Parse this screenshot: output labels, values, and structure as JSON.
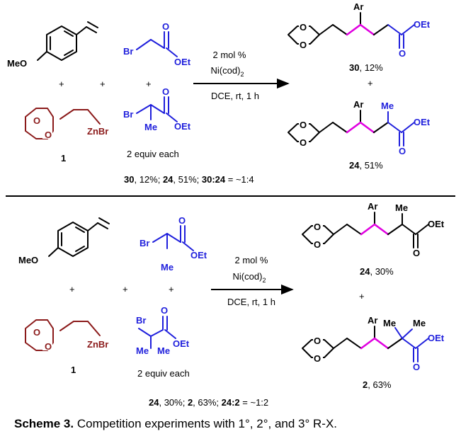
{
  "colors": {
    "dioxane": "#8b1a1a",
    "ester": "#1f1fdc",
    "new_bonds": "#e000e0",
    "text": "#000000"
  },
  "atoms": {
    "O": "O",
    "Ar": "Ar",
    "Me": "Me",
    "MeO": "MeO",
    "Br": "Br",
    "OEt": "OEt",
    "ZnBr": "ZnBr"
  },
  "panel1": {
    "plus": "+",
    "reagent_label": "1",
    "equiv_label": "2 equiv each",
    "cond_line1": "2 mol %",
    "cond_line2": "Ni(cod)",
    "cond_line2_sub": "2",
    "cond_line3": "DCE, rt, 1 h",
    "product_a_num": "30",
    "product_a_yield": ", 12%",
    "product_b_num": "24",
    "product_b_yield": ", 51%",
    "summary": {
      "a_num": "30",
      "a_val": ", 12%; ",
      "b_num": "24",
      "b_val": ", 51%; ",
      "ratio_lbl": "30:24",
      "ratio_val": " = ~1:4"
    }
  },
  "panel2": {
    "plus": "+",
    "reagent_label": "1",
    "equiv_label": "2 equiv each",
    "cond_line1": "2 mol %",
    "cond_line2": "Ni(cod)",
    "cond_line2_sub": "2",
    "cond_line3": "DCE, rt, 1 h",
    "product_a_num": "24",
    "product_a_yield": ", 30%",
    "product_b_num": "2",
    "product_b_yield": ", 63%",
    "summary": {
      "a_num": "24",
      "a_val": ", 30%; ",
      "b_num": "2",
      "b_val": ", 63%; ",
      "ratio_lbl": "24:2",
      "ratio_val": " = ~1:2"
    }
  },
  "caption": {
    "label": "Scheme 3.",
    "text": " Competition experiments with 1°, 2°, and 3° R-X."
  }
}
